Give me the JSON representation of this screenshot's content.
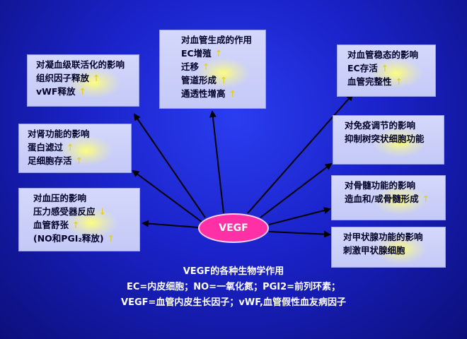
{
  "center_label": "VEGF",
  "boxes": {
    "coag": {
      "title": "对凝血级联活化的影响",
      "items": [
        {
          "text": "组织因子释放",
          "arrow": "↑"
        },
        {
          "text": "vWF释放",
          "arrow": "↑"
        }
      ]
    },
    "vessel": {
      "title": "对血管生成的作用",
      "items": [
        {
          "text": "EC增殖",
          "arrow": "↑"
        },
        {
          "text": "迁移",
          "arrow": "↑"
        },
        {
          "text": "管道形成",
          "arrow": "↑"
        },
        {
          "text": "通透性增高",
          "arrow": "↑"
        }
      ]
    },
    "stab": {
      "title": "对血管稳态的影响",
      "items": [
        {
          "text": "EC存活",
          "arrow": "↑"
        },
        {
          "text": "血管完整性",
          "arrow": "↑"
        }
      ]
    },
    "kidney": {
      "title": "对肾功能的影响",
      "items": [
        {
          "text": "蛋白滤过",
          "arrow": "↑"
        },
        {
          "text": "足细胞存活",
          "arrow": "↑"
        }
      ]
    },
    "immune": {
      "title": "对免疫调节的影响",
      "items": [
        {
          "text": "抑制树突状细胞功能",
          "arrow": ""
        }
      ]
    },
    "bp": {
      "title": "对血压的影响",
      "items": [
        {
          "text": "压力感受器反应",
          "arrow": "↓"
        },
        {
          "text": "血管舒张",
          "arrow": "↑"
        },
        {
          "text": "(NO和PGI₂释放)",
          "arrow": "↑"
        }
      ]
    },
    "marrow": {
      "title": "对骨髓功能的影响",
      "items": [
        {
          "text": "造血和/或骨髓形成",
          "arrow": "↑"
        }
      ]
    },
    "thyroid": {
      "title": "对甲状腺功能的影响",
      "items": [
        {
          "text": "刺激甲状腺细胞",
          "arrow": ""
        }
      ]
    }
  },
  "caption": {
    "line1": "VEGF的各种生物学作用",
    "line2": "EC=内皮细胞；NO=一氧化氮；PGI2=前列环素；",
    "line3": "VEGF=血管内皮生长因子；vWF,血管假性血友病因子"
  }
}
